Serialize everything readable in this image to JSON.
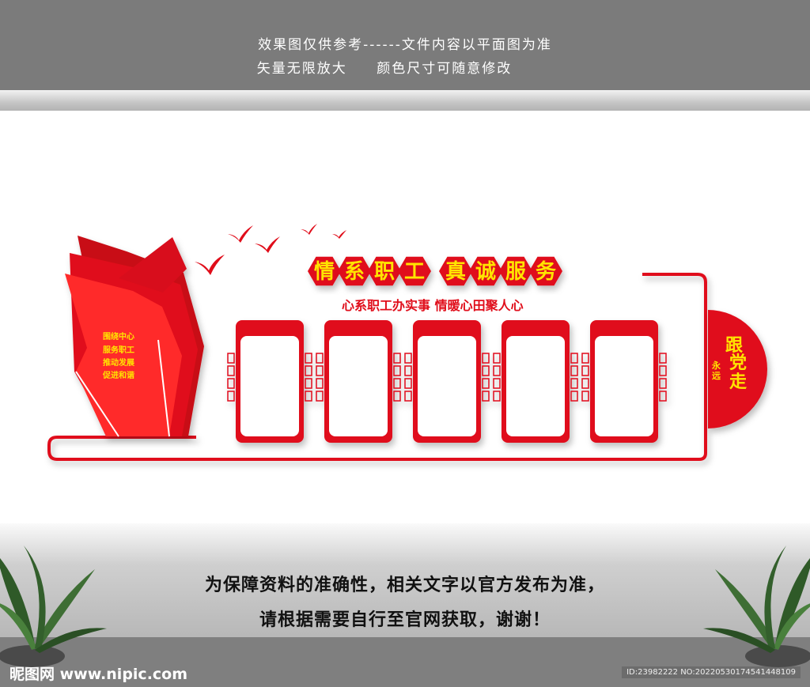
{
  "notice": {
    "line1": "效果图仅供参考------文件内容以平面图为准",
    "line2": "矢量无限放大 颜色尺寸可随意修改"
  },
  "board": {
    "title_left": "情系职工",
    "title_right": "真诚服务",
    "subtitle": "心系职工办实事 情暖心田聚人心",
    "banner_lines": [
      "围绕中心",
      "服务职工",
      "推动发展",
      "促进和谐"
    ],
    "circle_big_1": "跟",
    "circle_big_2": "党走",
    "circle_small": "永远",
    "panel_count": 5
  },
  "disclaimer": {
    "line1": "为保障资料的准确性，相关文字以官方发布为准，",
    "line2": "请根据需要自行至官网获取，谢谢！"
  },
  "footer": {
    "logo": "昵图网 www.nipic.com",
    "id": "ID:23982222 NO:20220530174541448109"
  },
  "colors": {
    "red": "#e00d1a",
    "yellow": "#ffe400",
    "gray": "#7b7b7b"
  }
}
